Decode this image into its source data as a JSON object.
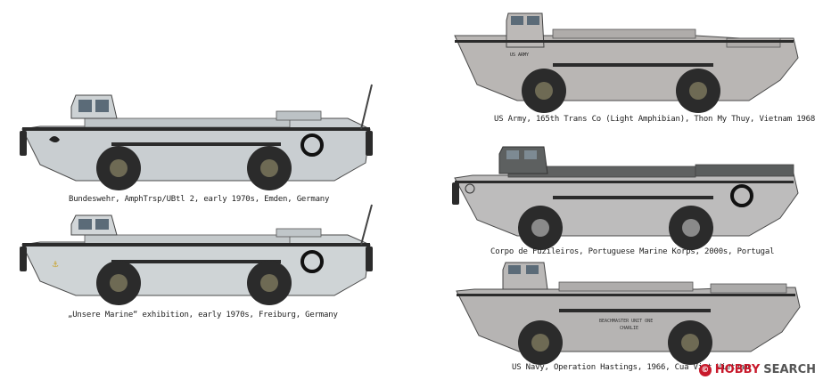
{
  "vehicles": [
    {
      "caption": "Bundeswehr, AmphTrsp/UBtl 2, early 1970s, Emden, Germany",
      "body_color": "#c9ced1",
      "emblem": "eagle"
    },
    {
      "caption": "„Unsere Marine“ exhibition, early 1970s, Freiburg, Germany",
      "body_color": "#cfd4d6",
      "emblem": "anchor"
    },
    {
      "caption": "US Army, 165th Trans Co (Light Amphibian), Thon My Thuy, Vietnam 1968",
      "body_color": "#b9b6b4",
      "emblem": "none"
    },
    {
      "caption": "Corpo de Fuzileiros, Portuguese Marine Korps, 2000s, Portugal",
      "body_color": "#bdbcbc",
      "emblem": "badge"
    },
    {
      "caption": "US Navy, Operation Hastings, 1966, Cua Viet Vietnam",
      "body_color": "#b6b4b3",
      "emblem": "text"
    }
  ],
  "markings": {
    "vehicle3_hull": "US ARMY",
    "vehicle5_side_1": "BEACHMASTER UNIT ONE",
    "vehicle5_side_2": "CHARLIE"
  },
  "watermark": {
    "badge": "©",
    "brand": "HOBBY",
    "search": "SEARCH"
  }
}
